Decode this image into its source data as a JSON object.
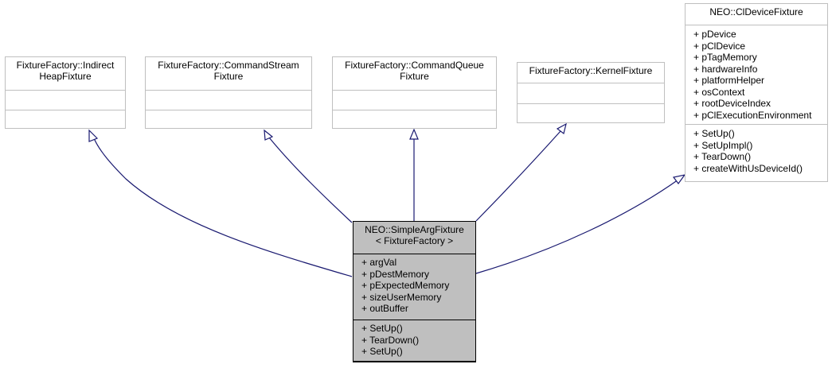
{
  "colors": {
    "edge": "#191970",
    "box_border": "#bfbfbf",
    "focus_fill": "#bfbfbf",
    "focus_border": "#000000"
  },
  "classes": {
    "indirect_heap": {
      "title": [
        "FixtureFactory::Indirect",
        "HeapFixture"
      ],
      "attributes": [],
      "methods": []
    },
    "command_stream": {
      "title": [
        "FixtureFactory::CommandStream",
        "Fixture"
      ],
      "attributes": [],
      "methods": []
    },
    "command_queue": {
      "title": [
        "FixtureFactory::CommandQueue",
        "Fixture"
      ],
      "attributes": [],
      "methods": []
    },
    "kernel": {
      "title": [
        "FixtureFactory::KernelFixture"
      ],
      "attributes": [],
      "methods": []
    },
    "cl_device": {
      "title": [
        "NEO::ClDeviceFixture"
      ],
      "attributes": [
        "+ pDevice",
        "+ pClDevice",
        "+ pTagMemory",
        "+ hardwareInfo",
        "+ platformHelper",
        "+ osContext",
        "+ rootDeviceIndex",
        "+ pClExecutionEnvironment"
      ],
      "methods": [
        "+ SetUp()",
        "+ SetUpImpl()",
        "+ TearDown()",
        "+ createWithUsDeviceId()"
      ]
    },
    "simple_arg": {
      "title": [
        "NEO::SimpleArgFixture",
        "< FixtureFactory >"
      ],
      "attributes": [
        "+ argVal",
        "+ pDestMemory",
        "+ pExpectedMemory",
        "+ sizeUserMemory",
        "+ outBuffer"
      ],
      "methods": [
        "+ SetUp()",
        "+ TearDown()",
        "+ SetUp()"
      ]
    }
  }
}
